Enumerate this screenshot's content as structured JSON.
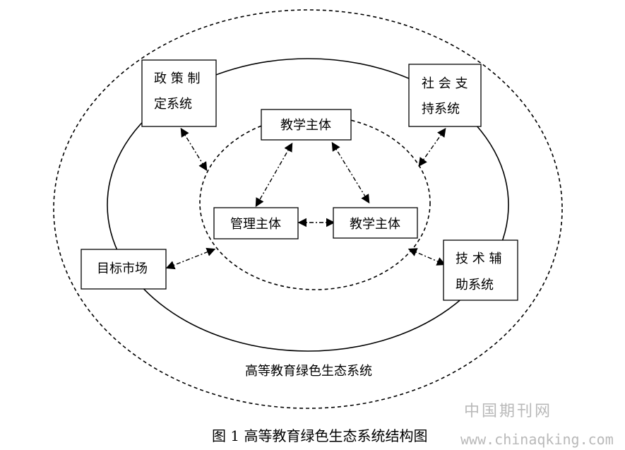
{
  "diagram": {
    "nodes": {
      "policy": [
        "政 策 制",
        "定系统"
      ],
      "society": [
        "社 会 支",
        "持系统"
      ],
      "teaching_top": "教学主体",
      "management": "管理主体",
      "teaching_right": "教学主体",
      "market": "目标市场",
      "tech": [
        "技 术 辅",
        "助系统"
      ]
    },
    "outer_label": "高等教育绿色生态系统"
  },
  "caption": "图 1 高等教育绿色生态系统结构图",
  "watermark": {
    "site_cn": "中国期刊网",
    "url": "www.chinaqking.com"
  }
}
